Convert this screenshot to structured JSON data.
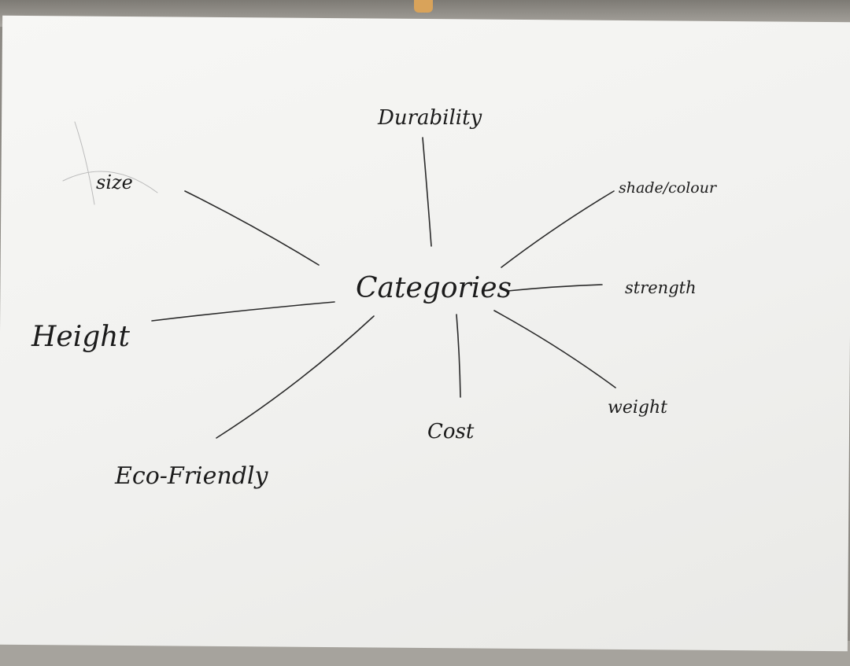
{
  "diagram": {
    "center": "Categories",
    "branches": [
      {
        "id": "durability",
        "label": "Durability"
      },
      {
        "id": "size",
        "label": "size"
      },
      {
        "id": "shade-colour",
        "label": "shade/colour"
      },
      {
        "id": "strength",
        "label": "strength"
      },
      {
        "id": "height",
        "label": "Height"
      },
      {
        "id": "weight",
        "label": "weight"
      },
      {
        "id": "cost",
        "label": "Cost"
      },
      {
        "id": "eco-friendly",
        "label": "Eco-Friendly"
      }
    ]
  }
}
